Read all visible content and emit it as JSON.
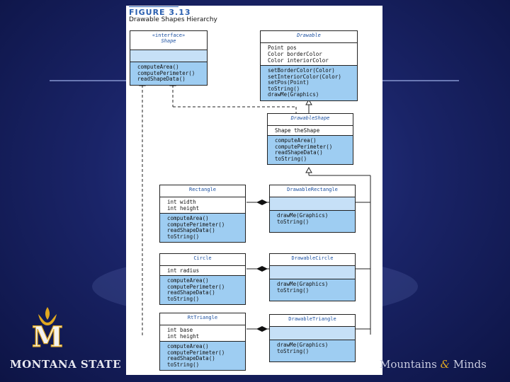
{
  "figure": {
    "number": "FIGURE 3.13",
    "caption": "Drawable Shapes Hierarchy"
  },
  "classes": {
    "shape": {
      "stereotype": "«interface»",
      "name": "Shape",
      "attributes": [],
      "operations": [
        "computeArea()",
        "computePerimeter()",
        "readShapeData()"
      ]
    },
    "drawable": {
      "name": "Drawable",
      "attributes": [
        "Point pos",
        "Color borderColor",
        "Color interiorColor"
      ],
      "operations": [
        "setBorderColor(Color)",
        "setInteriorColor(Color)",
        "setPos(Point)",
        "toString()",
        "drawMe(Graphics)"
      ]
    },
    "drawable_shape": {
      "name": "DrawableShape",
      "attributes": [
        "Shape theShape"
      ],
      "operations": [
        "computeArea()",
        "computePerimeter()",
        "readShapeData()",
        "toString()"
      ]
    },
    "rectangle": {
      "name": "Rectangle",
      "attributes": [
        "int width",
        "int height"
      ],
      "operations": [
        "computeArea()",
        "computePerimeter()",
        "readShapeData()",
        "toString()"
      ]
    },
    "drawable_rectangle": {
      "name": "DrawableRectangle",
      "attributes": [],
      "operations": [
        "drawMe(Graphics)",
        "toString()"
      ]
    },
    "circle": {
      "name": "Circle",
      "attributes": [
        "int radius"
      ],
      "operations": [
        "computeArea()",
        "computePerimeter()",
        "readShapeData()",
        "toString()"
      ]
    },
    "drawable_circle": {
      "name": "DrawableCircle",
      "attributes": [],
      "operations": [
        "drawMe(Graphics)",
        "toString()"
      ]
    },
    "rt_triangle": {
      "name": "RtTriangle",
      "attributes": [
        "int base",
        "int height"
      ],
      "operations": [
        "computeArea()",
        "computePerimeter()",
        "readShapeData()",
        "toString()"
      ]
    },
    "drawable_triangle": {
      "name": "DrawableTriangle",
      "attributes": [],
      "operations": [
        "drawMe(Graphics)",
        "toString()"
      ]
    }
  },
  "branding": {
    "left": "MONTANA STATE",
    "right_prefix": "Mountains ",
    "right_amp": "&",
    "right_suffix": " Minds",
    "logo_letter": "M"
  },
  "colors": {
    "background": "#1a2468",
    "operations_fill": "#9ecdf2",
    "attributes_fill": "#c6e0f7",
    "gold": "#e0a820"
  }
}
